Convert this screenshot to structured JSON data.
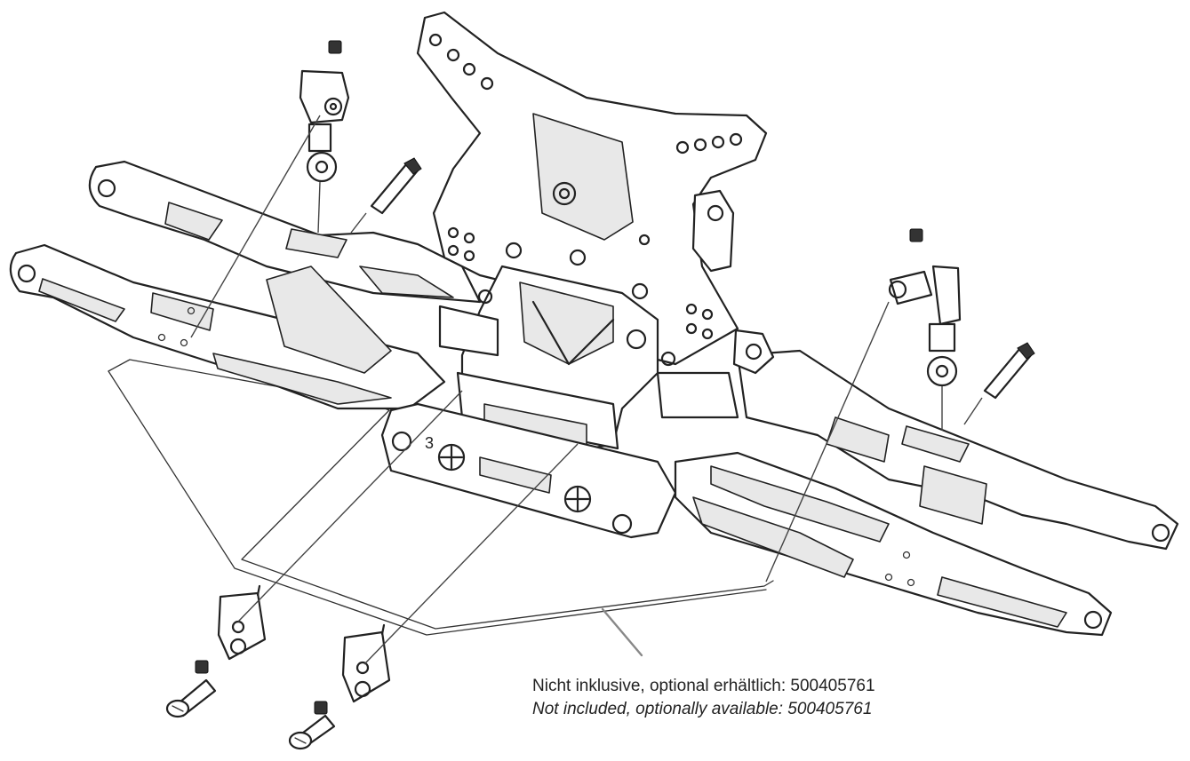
{
  "note": {
    "german": "Nicht inklusive, optional erhältlich: 500405761",
    "english": "Not included, optionally available: 500405761"
  },
  "labels": {
    "arm_marker": "3"
  },
  "colors": {
    "line": "#222222",
    "callout": "#888888",
    "background": "#ffffff"
  }
}
